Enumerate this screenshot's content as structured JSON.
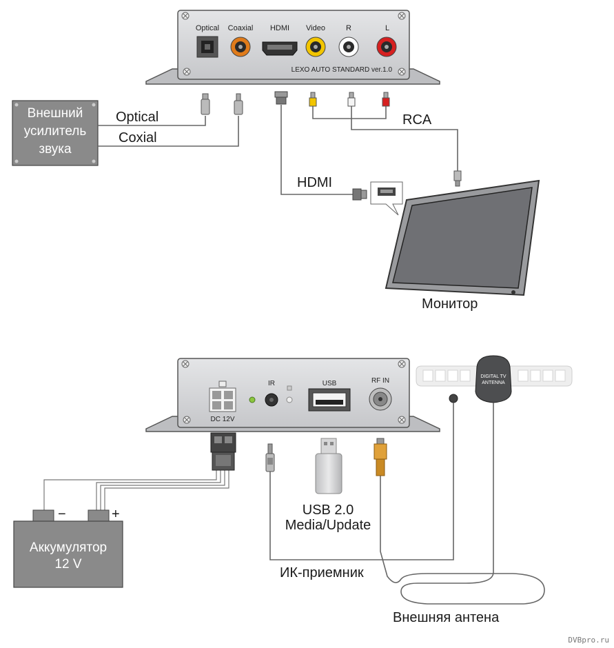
{
  "top_device": {
    "ports": [
      "Optical",
      "Coaxial",
      "HDMI",
      "Video",
      "R",
      "L"
    ],
    "model": "LEXO AUTO STANDARD ver.1.0"
  },
  "top_labels": {
    "amplifier": [
      "Внешний",
      "усилитель",
      "звука"
    ],
    "optical": "Optical",
    "coaxial": "Coxial",
    "rca": "RCA",
    "hdmi": "HDMI",
    "monitor": "Монитор"
  },
  "bottom_device": {
    "ports": [
      "DC 12V",
      "IR",
      "USB",
      "RF IN"
    ]
  },
  "bottom_labels": {
    "battery": [
      "Аккумулятор",
      "12 V"
    ],
    "minus": "−",
    "plus": "+",
    "usb": [
      "USB 2.0",
      "Media/Update"
    ],
    "ir_receiver": "ИК-приемник",
    "antenna": "Внешняя антена",
    "antenna_badge": [
      "DIGITAL TV",
      "ANTENNA"
    ]
  },
  "watermark": "DVBpro.ru",
  "colors": {
    "device_body": "#d6d7d9",
    "gray_box": "#8a8a8a",
    "coaxial_ring": "#e07b1a",
    "video_ring": "#f2c500",
    "audio_l_ring": "#d62020",
    "rf_plug": "#e0a13a"
  }
}
